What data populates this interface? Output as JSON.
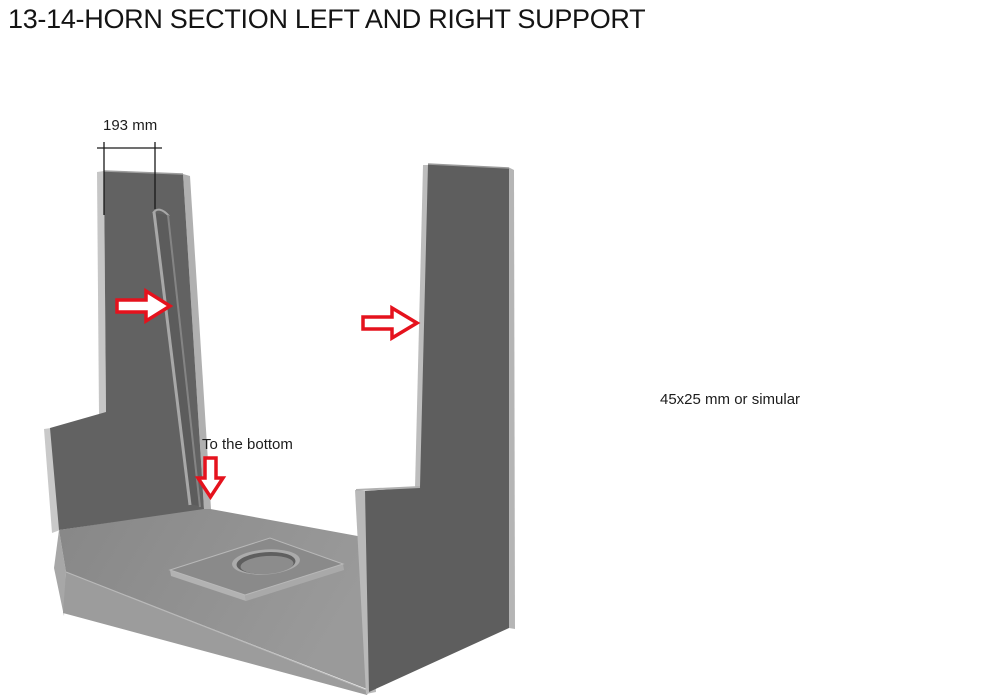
{
  "title": "13-14-HORN SECTION LEFT AND RIGHT SUPPORT",
  "annotations": {
    "dimension_label": "193 mm",
    "bottom_note": "To the bottom",
    "size_note": "45x25 mm or simular"
  },
  "figure": {
    "kind": "3D CAD render",
    "subject": "U-shaped bracket: left and right vertical support plates with stepped lower wings standing on a base slab that carries a square plate with a counterbored circular hole"
  },
  "colors": {
    "background": "#ffffff",
    "text": "#1c1c1c",
    "annotation_red": "#e5121d",
    "dimension_line": "#1a1a1a",
    "part_front_dark": "#5f5f5f",
    "part_top_medium": "#8e8e8e",
    "part_front_band": "#9c9c9c",
    "part_edge_light": "#c6c6c6"
  }
}
